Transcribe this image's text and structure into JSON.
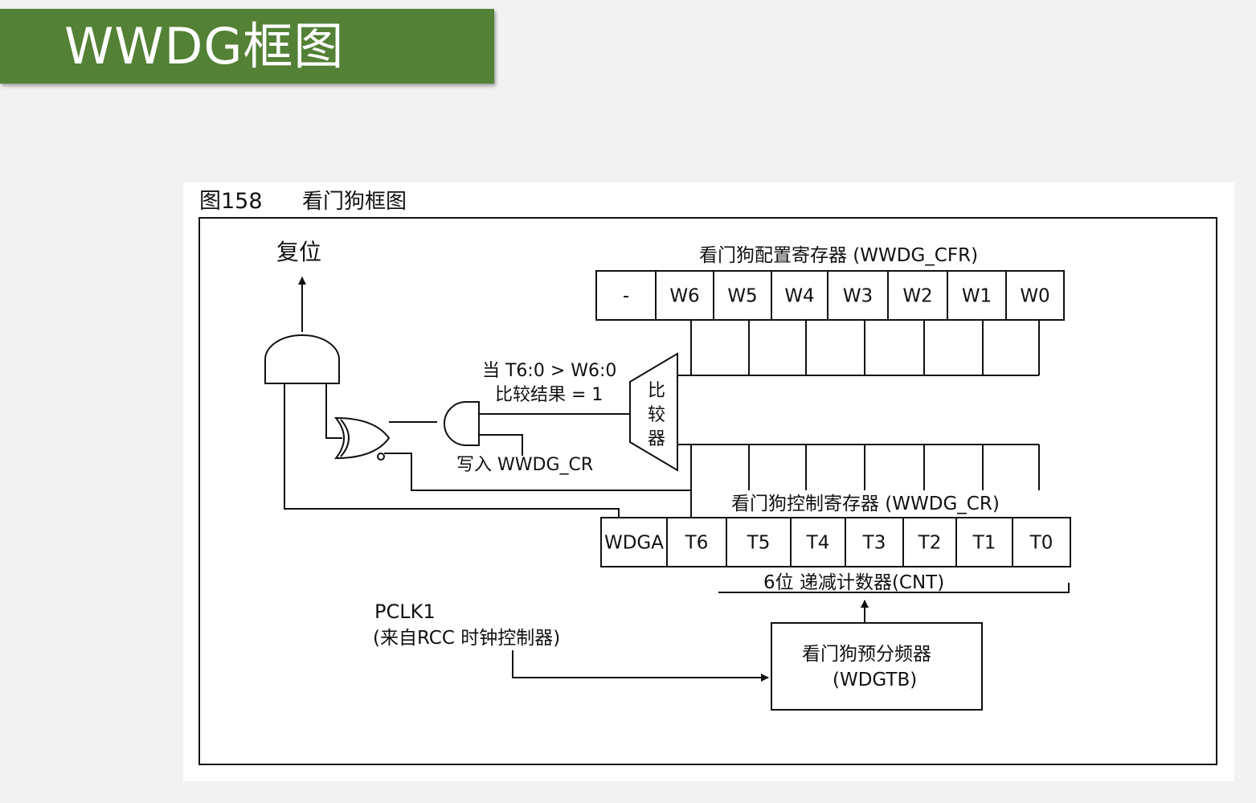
{
  "slide": {
    "title": "WWDG框图"
  },
  "figure": {
    "number": "图158",
    "caption": "看门狗框图"
  },
  "labels": {
    "reset": "复位",
    "cfr_title": "看门狗配置寄存器 (WWDG_CFR)",
    "cr_title": "看门狗控制寄存器 (WWDG_CR)",
    "compare_condition_1": "当 T6:0 > W6:0",
    "compare_condition_2": "比较结果 = 1",
    "comparator_1": "比",
    "comparator_2": "较",
    "comparator_3": "器",
    "write_cr": "写入 WWDG_CR",
    "counter_caption": "6位 递减计数器(CNT)",
    "pclk_1": "PCLK1",
    "pclk_2": "(来自RCC 时钟控制器)",
    "prescaler_1": "看门狗预分频器",
    "prescaler_2": "(WDGTB)"
  },
  "cfr_bits": [
    "-",
    "W6",
    "W5",
    "W4",
    "W3",
    "W2",
    "W1",
    "W0"
  ],
  "cr_bits": [
    "WDGA",
    "T6",
    "T5",
    "T4",
    "T3",
    "T2",
    "T1",
    "T0"
  ]
}
